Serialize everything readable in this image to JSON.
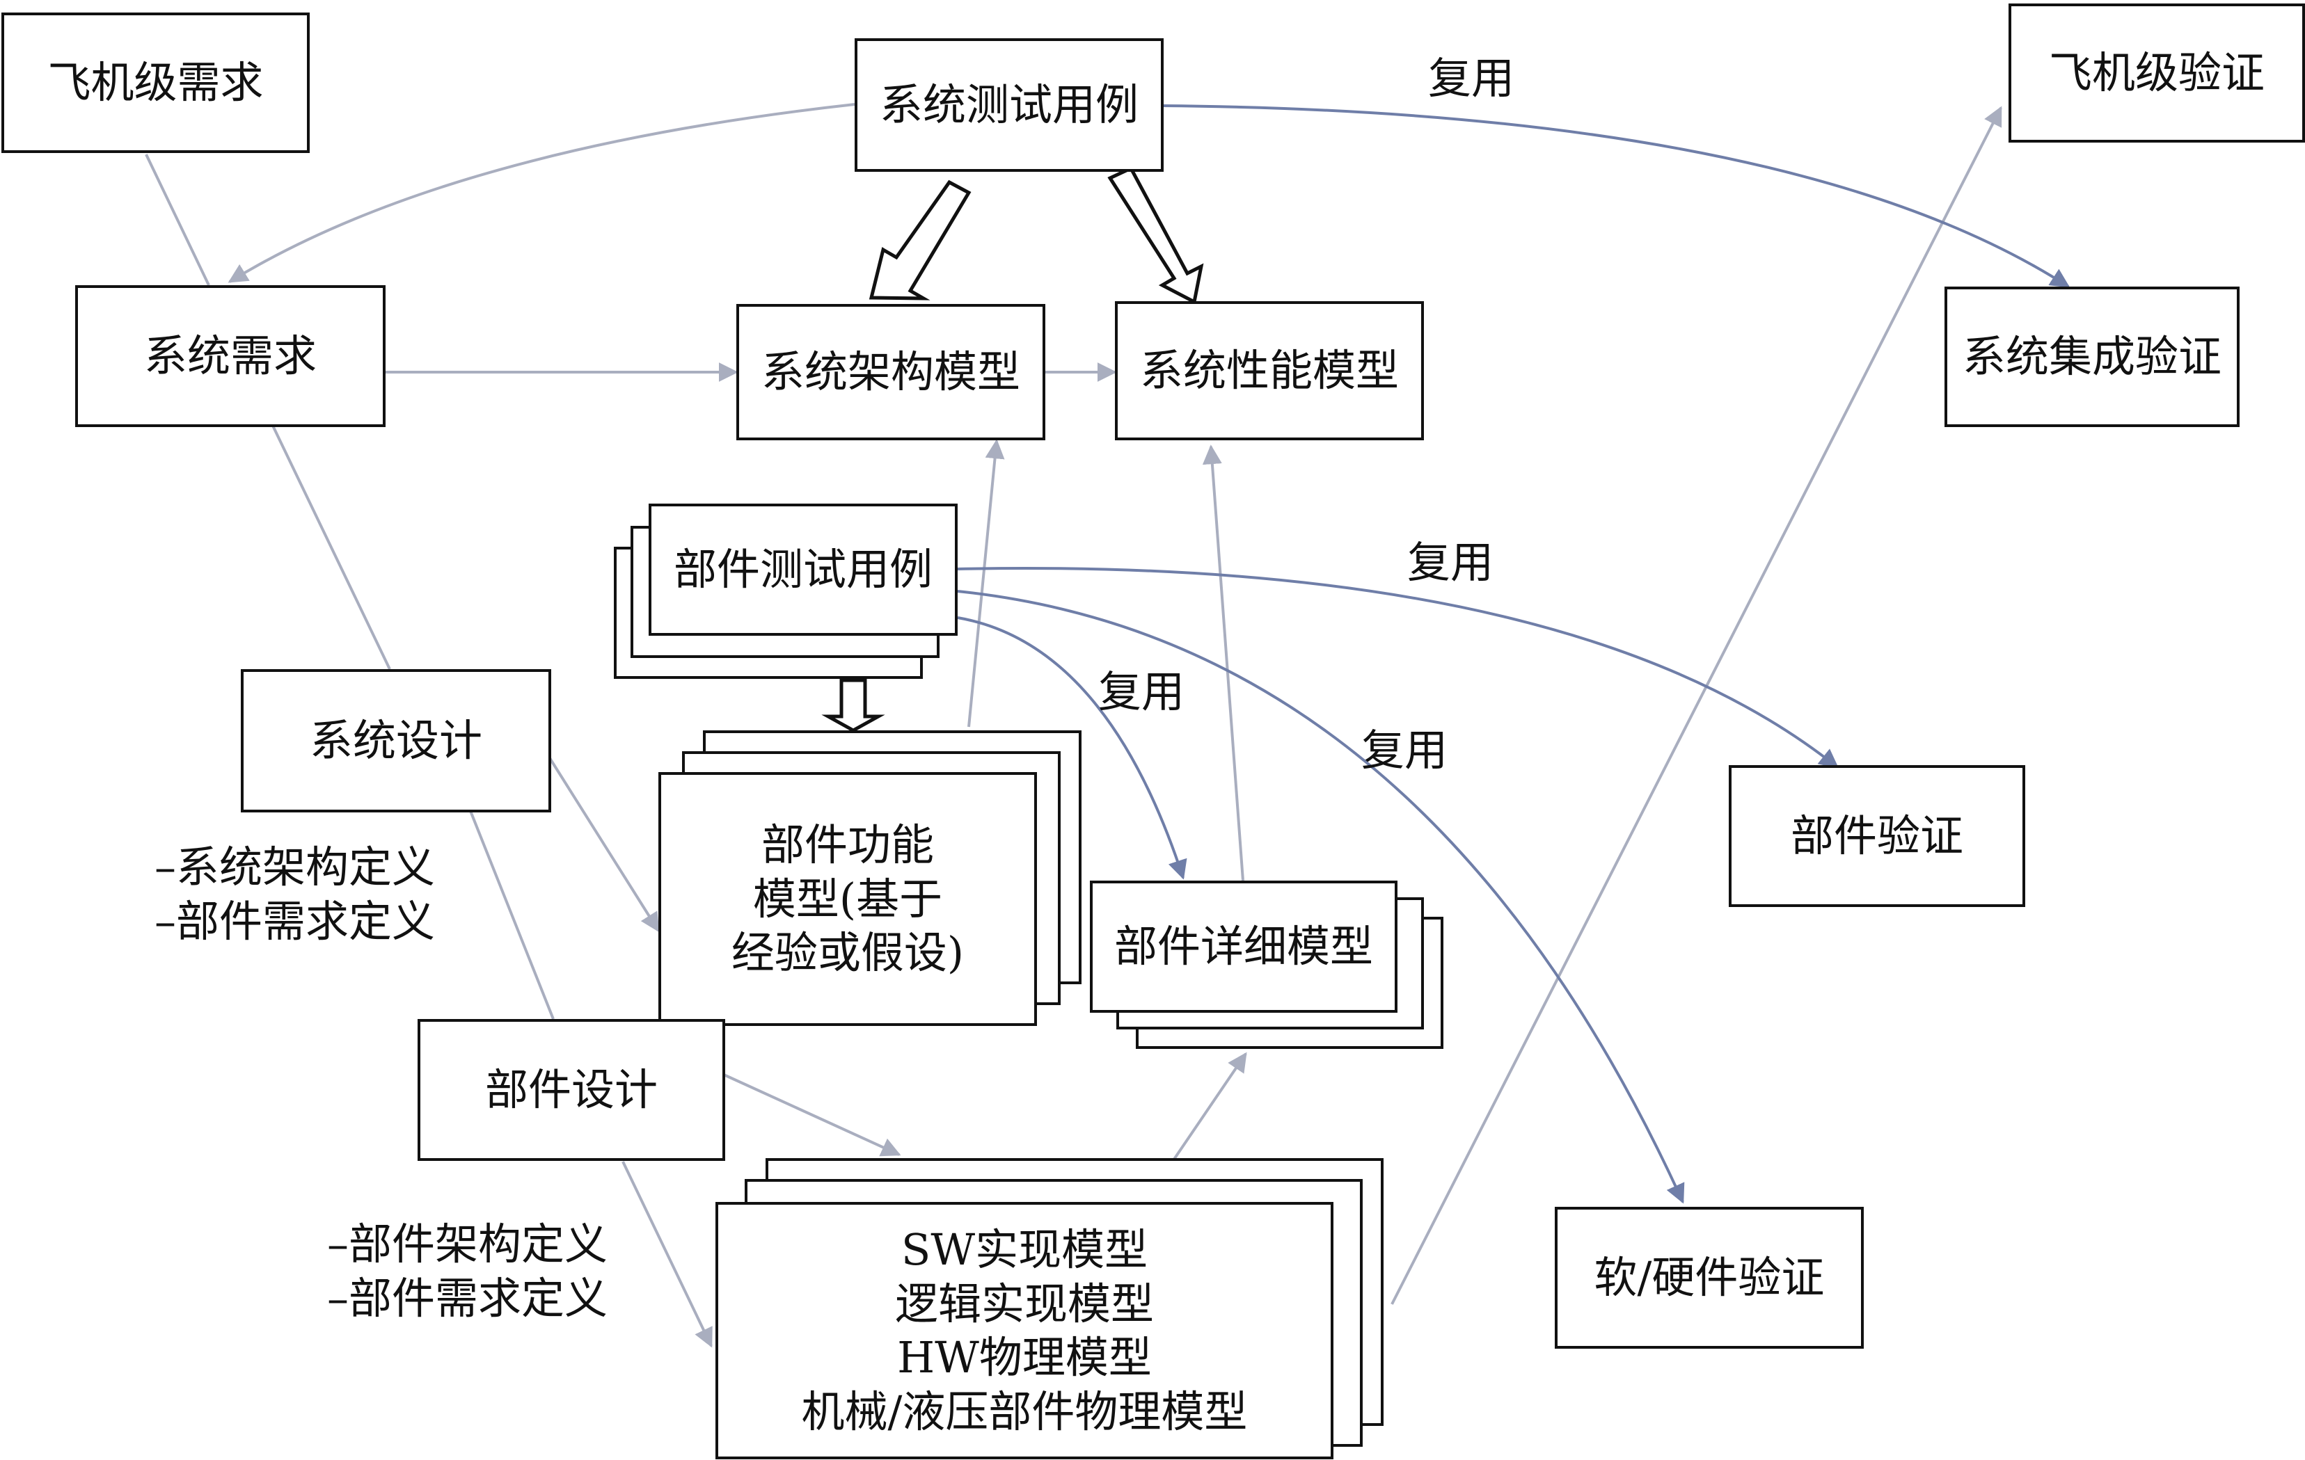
{
  "nodes": {
    "aircraft_req": "飞机级需求",
    "aircraft_verify": "飞机级验证",
    "sys_test": "系统测试用例",
    "sys_req": "系统需求",
    "sys_arch": "系统架构模型",
    "sys_perf": "系统性能模型",
    "sys_integ": "系统集成验证",
    "comp_test": "部件测试用例",
    "sys_design": "系统设计",
    "comp_func": [
      "部件功能",
      "模型(基于",
      "经验或假设)"
    ],
    "comp_verify": "部件验证",
    "comp_detail": "部件详细模型",
    "comp_design": "部件设计",
    "impl_models": [
      "SW实现模型",
      "逻辑实现模型",
      "HW物理模型",
      "机械/液压部件物理模型"
    ],
    "swhw_verify": "软/硬件验证"
  },
  "notes": {
    "sys_design_1": "–系统架构定义",
    "sys_design_2": "–部件需求定义",
    "comp_design_1": "–部件架构定义",
    "comp_design_2": "–部件需求定义"
  },
  "reuse_label": "复用",
  "colors": {
    "gray_line": "#a9aebf",
    "blue_line": "#6f7ea8",
    "border": "#111111"
  }
}
